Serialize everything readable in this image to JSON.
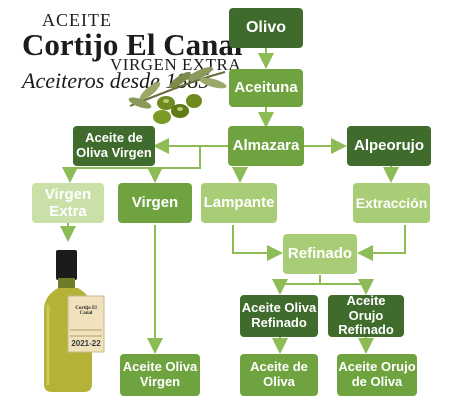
{
  "logo": {
    "line1": "ACEITE",
    "line2": "Cortijo El Canal",
    "line3": "VIRGEN EXTRA",
    "line4": "Aceiteros desde 1885"
  },
  "nodes": {
    "olivo": "Olivo",
    "aceituna": "Aceituna",
    "aceite_oliva_virgen_group": "Aceite de\nOliva Virgen",
    "almazara": "Almazara",
    "alpeorujo": "Alpeorujo",
    "virgen_extra": "Virgen\nExtra",
    "virgen": "Virgen",
    "lampante": "Lampante",
    "extraccion": "Extracción",
    "refinado": "Refinado",
    "aceite_oliva_refinado": "Aceite Oliva\nRefinado",
    "aceite_orujo_refinado": "Aceite Orujo\nRefinado",
    "aceite_oliva_virgen_final": "Aceite Oliva\nVirgen",
    "aceite_de_oliva": "Aceite de\nOliva",
    "aceite_orujo_de_oliva": "Aceite Orujo\nde Oliva"
  },
  "bottle_label": {
    "brand": "Cortijo El Canal",
    "year": "2021-22"
  },
  "colors": {
    "dark_green": "#3f6b2c",
    "mid_green": "#6ea33f",
    "light_green": "#a9cc76",
    "pale_green": "#c9e0a8",
    "arrow": "#8dbb55"
  }
}
